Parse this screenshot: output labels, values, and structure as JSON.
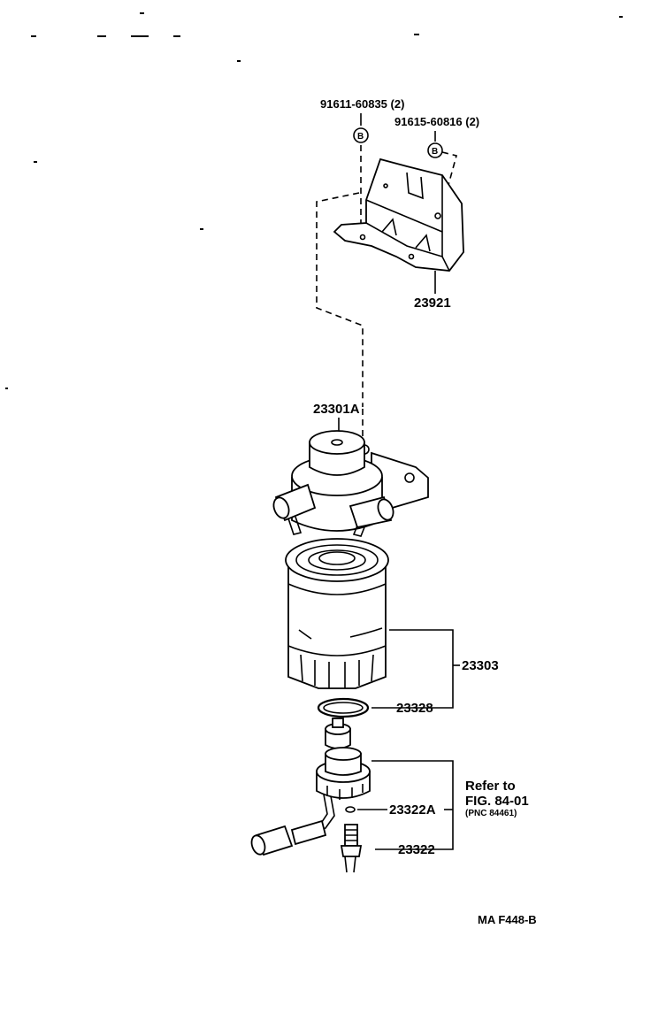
{
  "labels": {
    "bolt_a": "91611-60835 (2)",
    "bolt_b": "91615-60816 (2)",
    "bolt_a_marker": "B",
    "bolt_b_marker": "B",
    "bracket": "23921",
    "filter_head": "23301A",
    "filter_element": "23303",
    "gasket": "23328",
    "oring": "23322A",
    "sensor": "23322",
    "refer_line1": "Refer to",
    "refer_line2": "FIG. 84-01",
    "refer_line3": "(PNC 84461)",
    "figure_code": "MA  F448-B"
  }
}
